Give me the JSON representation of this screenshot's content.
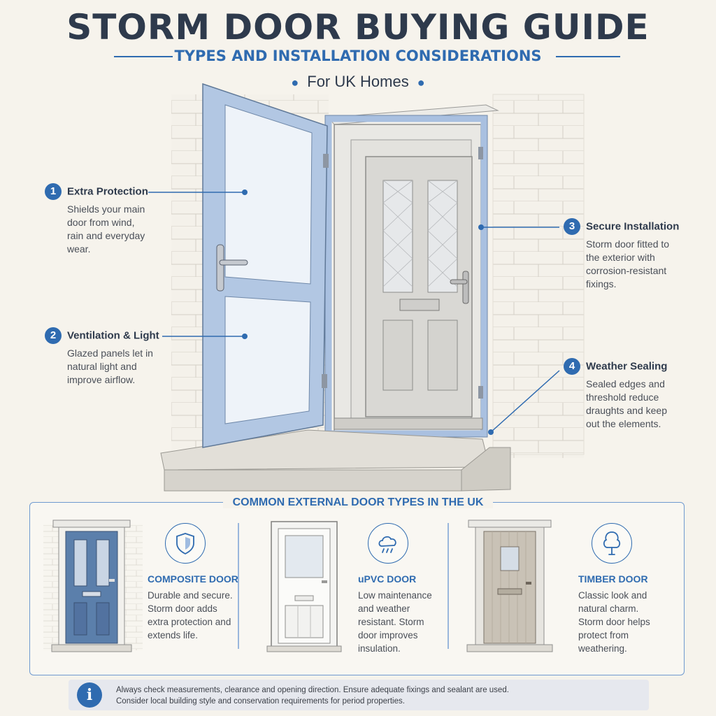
{
  "header": {
    "title": "STORM DOOR BUYING GUIDE",
    "subtitle": "TYPES AND INSTALLATION CONSIDERATIONS",
    "tagline": "For UK Homes"
  },
  "callouts": [
    {
      "number": "1",
      "title": "Extra Protection",
      "body": "Shields your main door from wind, rain and everyday wear."
    },
    {
      "number": "2",
      "title": "Ventilation & Light",
      "body": "Glazed panels let in natural light and improve airflow."
    },
    {
      "number": "3",
      "title": "Secure Installation",
      "body": "Storm door fitted to the exterior with corrosion-resistant fixings."
    },
    {
      "number": "4",
      "title": "Weather Sealing",
      "body": "Sealed edges and threshold reduce draughts and keep out the elements."
    }
  ],
  "door_types": {
    "heading": "COMMON EXTERNAL DOOR TYPES IN THE UK",
    "items": [
      {
        "name": "COMPOSITE DOOR",
        "description": "Durable and secure. Storm door adds extra protection and extends life.",
        "icon": "shield-icon",
        "color": "#5b7fab"
      },
      {
        "name": "uPVC DOOR",
        "description": "Low maintenance and weather resistant. Storm door improves insulation.",
        "icon": "rain-cloud-icon",
        "color": "#f4f4f2"
      },
      {
        "name": "TIMBER DOOR",
        "description": "Classic look and natural charm. Storm door helps protect from weathering.",
        "icon": "tree-icon",
        "color": "#c9c2b6"
      }
    ]
  },
  "info": {
    "icon": "info-icon",
    "symbol": "i",
    "line1": "Always check measurements, clearance and opening direction. Ensure adequate fixings and sealant are used.",
    "line2": "Consider local building style and conservation requirements for period properties."
  },
  "colors": {
    "accent": "#2f6bb0",
    "title": "#2e3a4c",
    "storm_frame": "#a9c0e0",
    "main_door": "#d9d8d4"
  }
}
